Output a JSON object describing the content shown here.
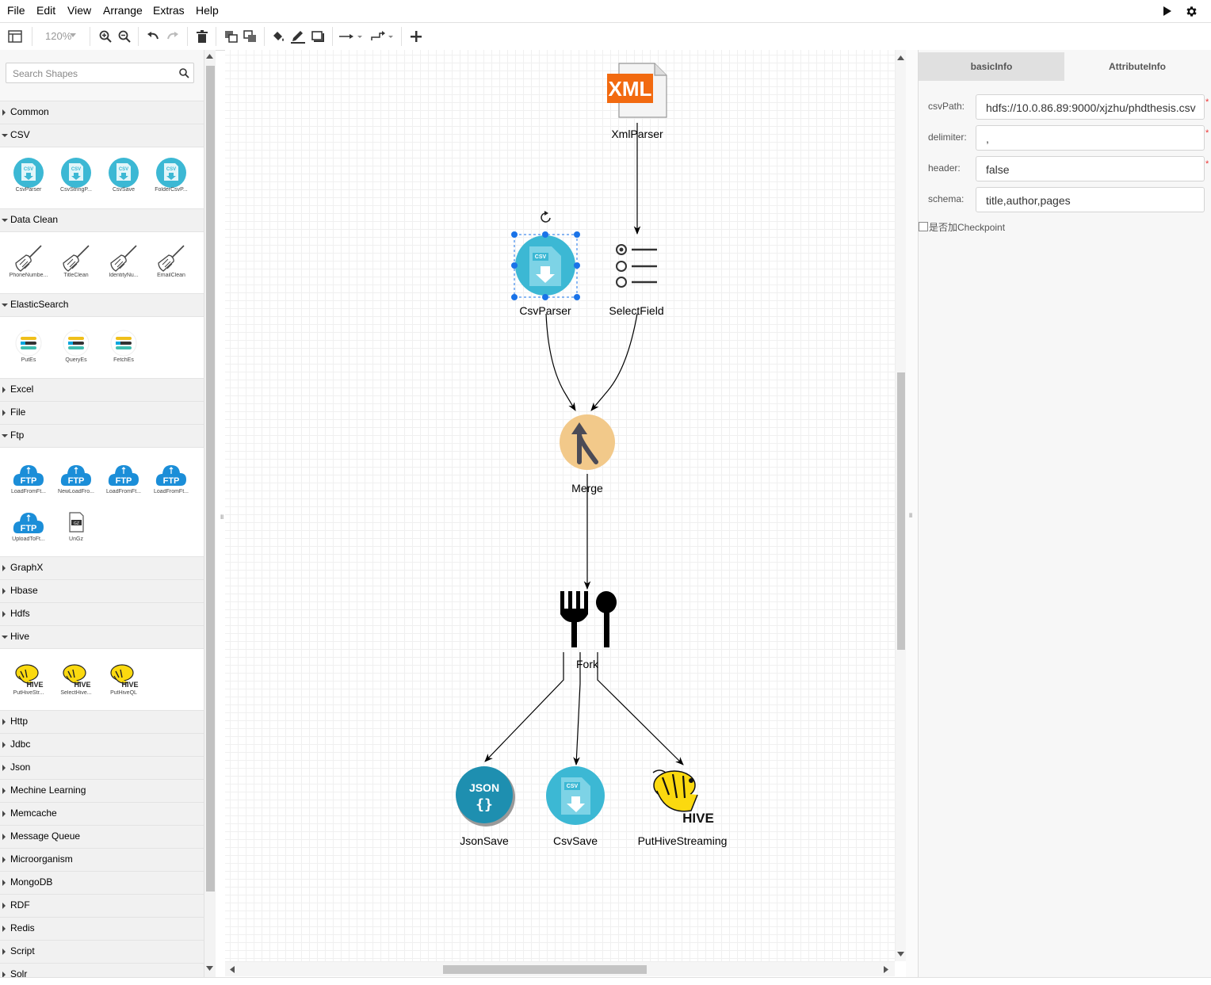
{
  "menu": [
    "File",
    "Edit",
    "View",
    "Arrange",
    "Extras",
    "Help"
  ],
  "toolbar": {
    "zoom": "120%"
  },
  "search": {
    "placeholder": "Search Shapes"
  },
  "categories": {
    "common": "Common",
    "csv": "CSV",
    "dataclean": "Data Clean",
    "es": "ElasticSearch",
    "excel": "Excel",
    "file": "File",
    "ftp": "Ftp",
    "graphx": "GraphX",
    "hbase": "Hbase",
    "hdfs": "Hdfs",
    "hive": "Hive",
    "http": "Http",
    "jdbc": "Jdbc",
    "json": "Json",
    "ml": "Mechine Learning",
    "memcache": "Memcache",
    "mq": "Message Queue",
    "micro": "Microorganism",
    "mongo": "MongoDB",
    "rdf": "RDF",
    "redis": "Redis",
    "script": "Script",
    "solr": "Solr"
  },
  "shapes": {
    "csv": [
      "CsvParser",
      "CsvStringP...",
      "CsvSave",
      "FolderCsvP..."
    ],
    "dataclean": [
      "PhoneNumbe...",
      "TitleClean",
      "IdentityNu...",
      "EmailClean"
    ],
    "es": [
      "PutEs",
      "QueryEs",
      "FetchEs"
    ],
    "ftp": [
      "LoadFromFt...",
      "NewLoadFro...",
      "LoadFromFt...",
      "LoadFromFt...",
      "UploadToFt...",
      "UnGz"
    ],
    "hive": [
      "PutHiveStr...",
      "SelectHive...",
      "PutHiveQL"
    ]
  },
  "icon_text": {
    "xml": "XML",
    "csv": "CSV",
    "json": "JSON",
    "ftp": "FTP",
    "hive": "HIVE",
    "gz": "GZ"
  },
  "nodes": {
    "xmlparser": "XmlParser",
    "csvparser": "CsvParser",
    "selectfield": "SelectField",
    "merge": "Merge",
    "fork": "Fork",
    "jsonsave": "JsonSave",
    "csvsave": "CsvSave",
    "puthive": "PutHiveStreaming"
  },
  "panel": {
    "tab_basic": "basicInfo",
    "tab_attr": "AttributeInfo",
    "fields": [
      {
        "label": "csvPath:",
        "value": "hdfs://10.0.86.89:9000/xjzhu/phdthesis.csv",
        "required": true
      },
      {
        "label": "delimiter:",
        "value": ",",
        "required": true
      },
      {
        "label": "header:",
        "value": "false",
        "required": true
      },
      {
        "label": "schema:",
        "value": "title,author,pages",
        "required": false
      }
    ],
    "checkpoint": "是否加Checkpoint",
    "required_mark": "*"
  },
  "colors": {
    "csv_teal": "#3cb8d4",
    "merge_orange": "#f2c98a",
    "selection_blue": "#1a73e8",
    "ftp_blue": "#1b8ed8",
    "xml_orange": "#f26a10"
  }
}
